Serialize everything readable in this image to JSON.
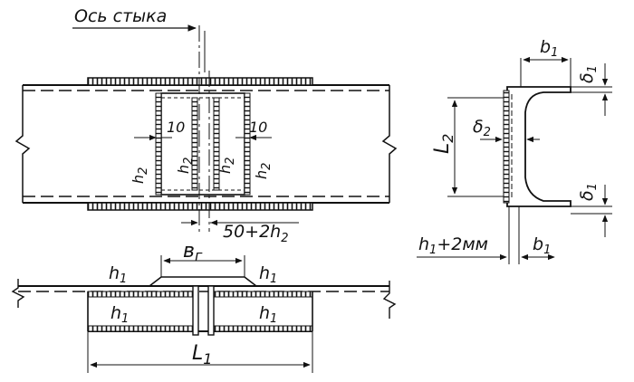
{
  "labels": {
    "joint_axis": "Ось стыка",
    "b1": "b",
    "b1_sub": "1",
    "delta1": "δ",
    "delta1_sub": "1",
    "delta2": "δ",
    "delta2_sub": "2",
    "L2": "L",
    "L2_sub": "2",
    "h1_gap": "h",
    "h1_gap_sub": "1",
    "h1_gap_rest": "+2мм",
    "ten": "10",
    "h2": "h",
    "h2_sub": "2",
    "fifty": "50+2h",
    "fifty_sub": "2",
    "bg": "в",
    "bg_sub": "г",
    "h1": "h",
    "h1_sub": "1",
    "L1": "L",
    "L1_sub": "1"
  }
}
